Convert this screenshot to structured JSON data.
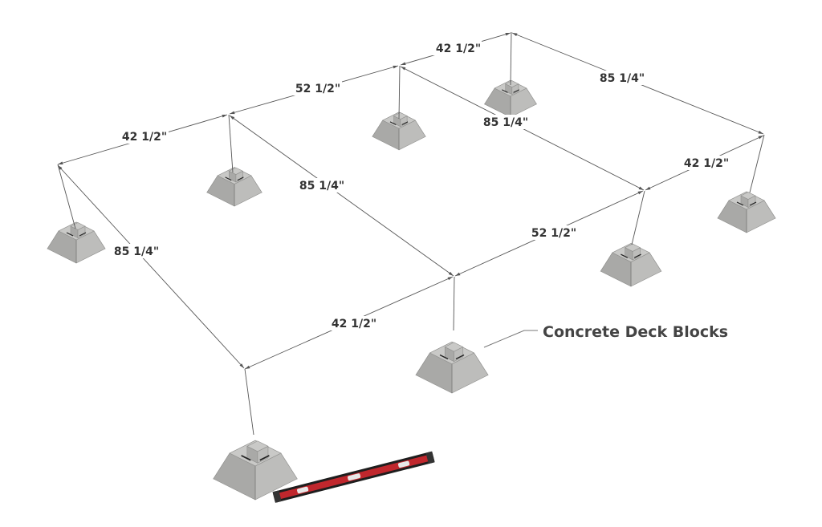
{
  "dimensions": {
    "d1": "42 1/2\"",
    "d2": "52 1/2\"",
    "d3": "42 1/2\"",
    "d4": "85 1/4\"",
    "d5": "85 1/4\"",
    "d6": "85 1/4\"",
    "d7": "42 1/2\"",
    "d8": "52 1/2\"",
    "d9": "42 1/2\"",
    "d10": "85 1/4\""
  },
  "callout": {
    "label": "Concrete Deck Blocks"
  },
  "colors": {
    "concrete_top": "#c9c9c7",
    "concrete_left": "#a9a9a7",
    "concrete_right": "#bdbdbb",
    "level_body": "#c0272d",
    "level_frame": "#1e1e1e",
    "line": "#555555"
  }
}
